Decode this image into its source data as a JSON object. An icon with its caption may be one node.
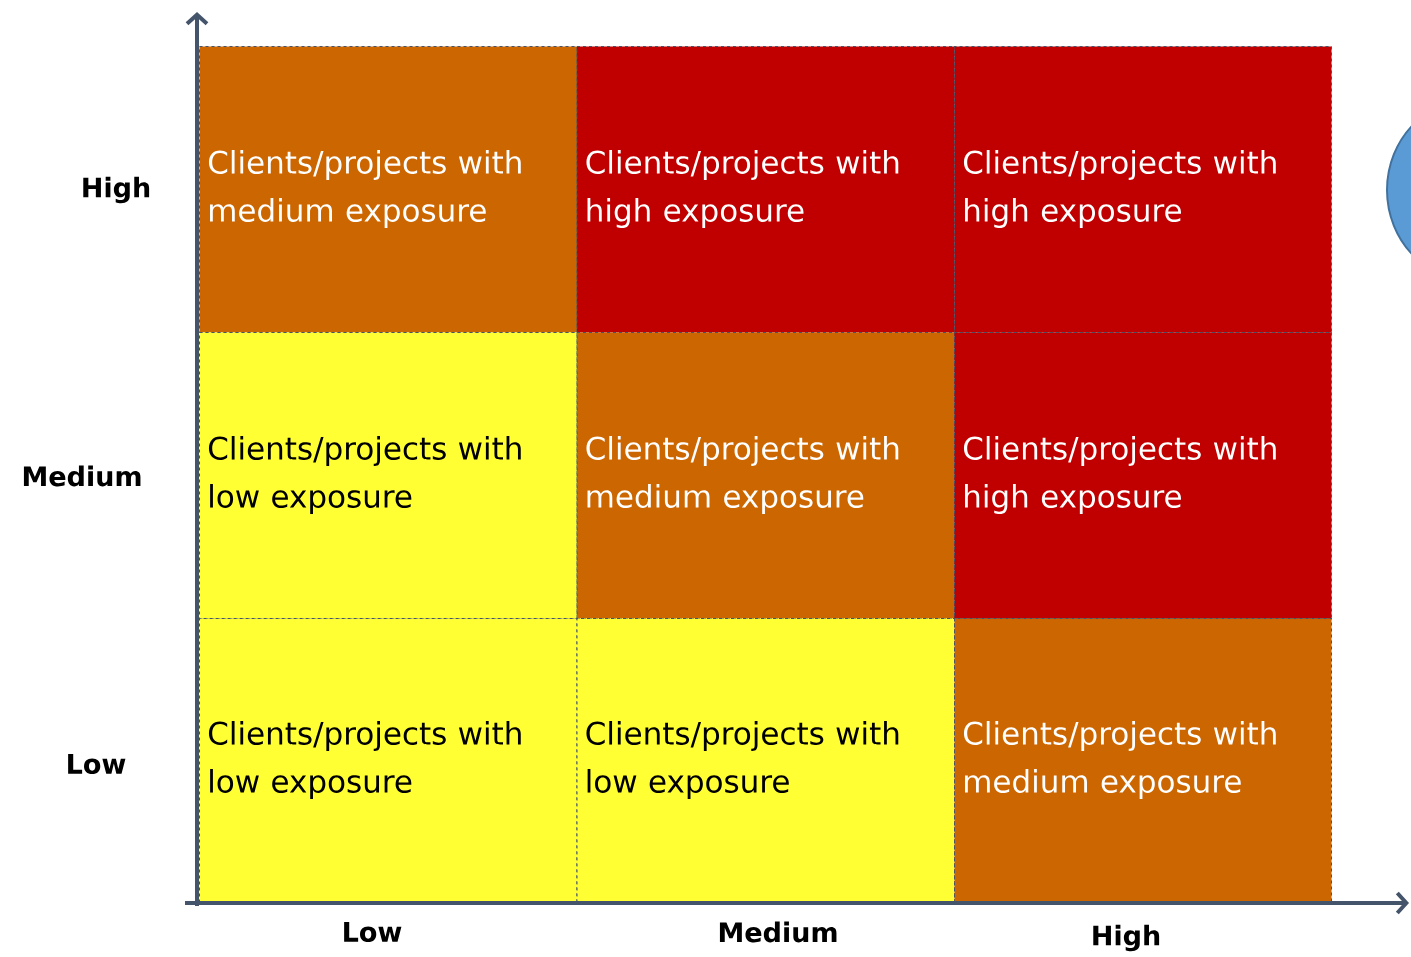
{
  "diagram": {
    "nodes": [
      {
        "text": [
          "Clients/projects with medium exposure"
        ]
      },
      {
        "text": [
          "Clients/projects with high exposure"
        ]
      },
      {
        "text": [
          "Clients/projects with high exposure"
        ]
      },
      {
        "text": [
          "Clients/projects with low exposure"
        ]
      },
      {
        "text": [
          "Clients/projects with medium exposure"
        ]
      },
      {
        "text": [
          "Clients/projects with high exposure"
        ]
      },
      {
        "text": [
          "Clients/projects with low exposure"
        ]
      },
      {
        "text": [
          "Clients/projects with low exposure"
        ]
      },
      {
        "text": [
          "Clients/projects with medium exposure"
        ]
      }
    ],
    "labels": [
      "High",
      "Medium",
      "Low",
      "Low",
      "Medium",
      "High"
    ]
  }
}
